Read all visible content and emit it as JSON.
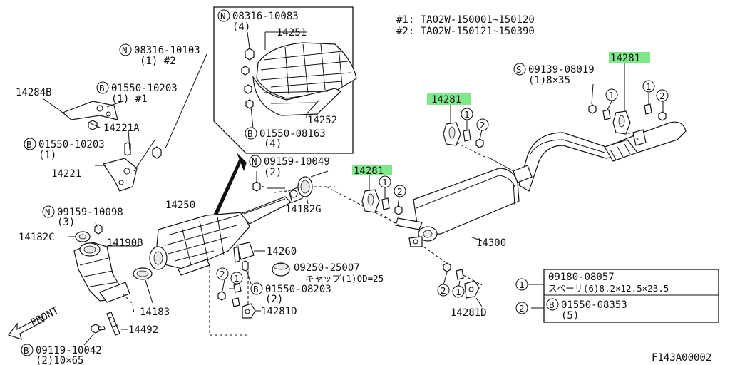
{
  "notes": {
    "n1": "#1: TA02W-150001~150120",
    "n2": "#2: TA02W-150121~150390"
  },
  "callouts": {
    "b_14284b": "14284B",
    "n_08316_top": "08316-10083",
    "n_08316_top_q": "(4)",
    "c_14251": "14251",
    "c_14252": "14252",
    "b_01550_08163": "01550-08163",
    "b_01550_08163_q": "(4)",
    "n_08316_side": "08316-10103",
    "n_08316_side_q": "(1) #2",
    "b_01550_10203_a": "01550-10203",
    "b_01550_10203_a_q": "(1) #1",
    "c_14221a": "14221A",
    "b_01550_10203_b": "01550-10203",
    "b_01550_10203_b_q": "(1)",
    "c_14221": "14221",
    "n_09159_10049": "09159-10049",
    "n_09159_10049_q": "(2)",
    "c_14182g": "14182G",
    "c_14250": "14250",
    "n_09159_10098": "09159-10098",
    "n_09159_10098_q": "(3)",
    "c_14182c": "14182C",
    "c_14190b": "14190B",
    "c_14260": "14260",
    "c_09250": "09250-25007",
    "c_09250_q": "キャップ(1)OD=25",
    "b_01550_08203": "01550-08203",
    "b_01550_08203_q": "(2)",
    "c_14183": "14183",
    "c_14281d_a": "14281D",
    "c_14492": "14492",
    "b_09119_10042": "09119-10042",
    "b_09119_10042_q": "(2)10×65",
    "front": "FRONT",
    "h_14281_a": "14281",
    "h_14281_b": "14281",
    "h_14281_c": "14281",
    "s_09139_08019": "09139-08019",
    "s_09139_08019_q": "(1)8×35",
    "c_14300": "14300",
    "c_14281d_b": "14281D",
    "figure_code": "F143A00002"
  },
  "symbols": {
    "N": "N",
    "B": "B",
    "S": "S",
    "one": "1",
    "two": "2"
  },
  "legend": {
    "row1_code": "09180-08057",
    "row1_desc": "スペーサ(6)8.2×12.5×23.5",
    "row2_code": "01550-08353",
    "row2_qty": "(5)"
  },
  "colors": {
    "highlight": "#7ee88a",
    "line": "#111111",
    "background": "#ffffff"
  }
}
